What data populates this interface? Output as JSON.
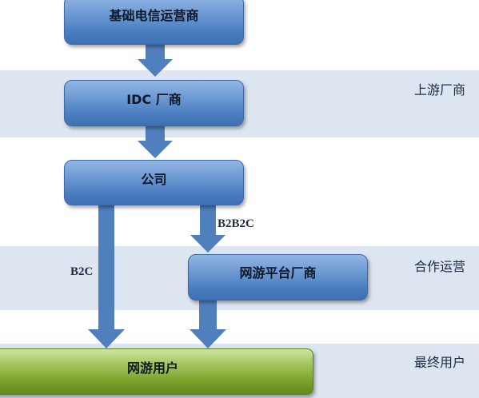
{
  "bands": {
    "upstream": "上游厂商",
    "partners": "合作运营",
    "endusers": "最终用户"
  },
  "nodes": {
    "telecom": "基础电信运营商",
    "idc": "IDC 厂商",
    "company": "公司",
    "game_platform": "网游平台厂商",
    "game_users": "网游用户"
  },
  "edges": {
    "b2b2c": "B2B2C",
    "b2c": "B2C"
  },
  "colors": {
    "band": "#dce5f0",
    "node_blue": "#5d8cc9",
    "node_green": "#7da32d",
    "arrow": "#4f7fbd"
  }
}
